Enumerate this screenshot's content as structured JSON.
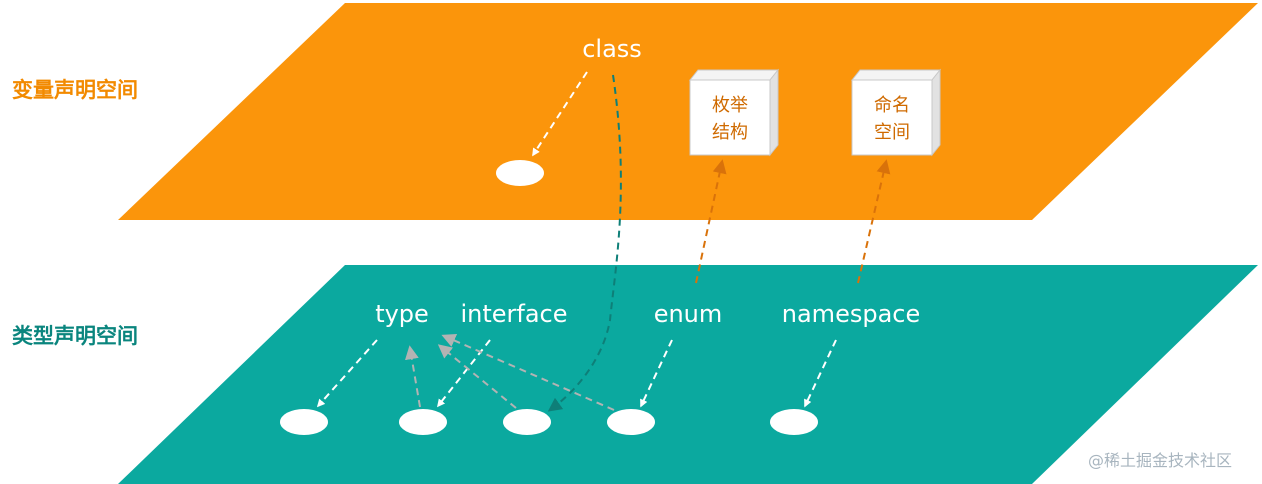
{
  "layers": {
    "variable": {
      "label": "变量声明空间",
      "color": "#fb950b",
      "keyword": "class",
      "boxes": [
        {
          "line1": "枚举",
          "line2": "结构"
        },
        {
          "line1": "命名",
          "line2": "空间"
        }
      ]
    },
    "type": {
      "label": "类型声明空间",
      "color": "#0ba99f",
      "keywords": [
        "type",
        "interface",
        "enum",
        "namespace"
      ]
    }
  },
  "colors": {
    "orange_text": "#f28a00",
    "teal_text": "#0a857e",
    "box_fill": "#ffffff",
    "box_side": "#e2e2e2",
    "box_text": "#cf6a00",
    "arrow_white": "#ffffff",
    "arrow_gray": "#b3b3b3",
    "arrow_teal": "#0e7f78",
    "arrow_orange": "#d9720a"
  },
  "watermark": "@稀土掘金技术社区"
}
